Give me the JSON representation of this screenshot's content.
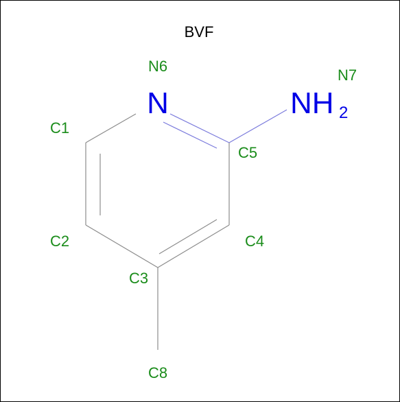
{
  "diagram": {
    "title": "BVF",
    "colors": {
      "bond": "#8c8c8c",
      "bond_to_nitrogen": "#7b7bdc",
      "nitrogen": "#0000e6",
      "atom_label": "#1a8c1a",
      "title": "#000000"
    },
    "atoms": {
      "C1": "C1",
      "C2": "C2",
      "C3": "C3",
      "C4": "C4",
      "C5": "C5",
      "C8": "C8",
      "N6": "N6",
      "N7": "N7"
    },
    "symbols": {
      "ring_nitrogen": "N",
      "amine_nitrogen": "NH",
      "amine_subscript": "2"
    }
  }
}
